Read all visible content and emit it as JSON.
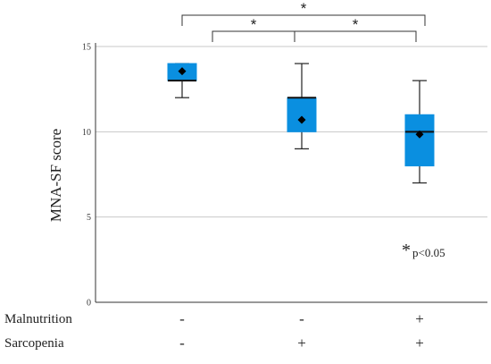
{
  "chart_data": {
    "type": "boxplot",
    "ylabel": "MNA-SF score",
    "ylim": [
      0,
      15
    ],
    "yticks": [
      "0",
      "5",
      "10",
      "15"
    ],
    "grid": true,
    "box_color": "#0a8fe0",
    "groups": [
      {
        "malnutrition": "-",
        "sarcopenia": "-",
        "whisker_low": 12,
        "q1": 13,
        "median": 13,
        "q3": 14,
        "whisker_high": 14,
        "mean": 13.55
      },
      {
        "malnutrition": "-",
        "sarcopenia": "+",
        "whisker_low": 9,
        "q1": 10,
        "median": 12,
        "q3": 12,
        "whisker_high": 14,
        "mean": 10.7
      },
      {
        "malnutrition": "+",
        "sarcopenia": "+",
        "whisker_low": 7,
        "q1": 8,
        "median": 10,
        "q3": 11,
        "whisker_high": 13,
        "mean": 9.85
      }
    ],
    "row_labels": [
      "Malnutrition",
      "Sarcopenia"
    ],
    "significance": [
      {
        "from": 0,
        "to": 1,
        "label": "*"
      },
      {
        "from": 1,
        "to": 2,
        "label": "*"
      },
      {
        "from": 0,
        "to": 2,
        "label": "*"
      }
    ],
    "footnote": {
      "symbol": "*",
      "text": "p<0.05"
    }
  }
}
